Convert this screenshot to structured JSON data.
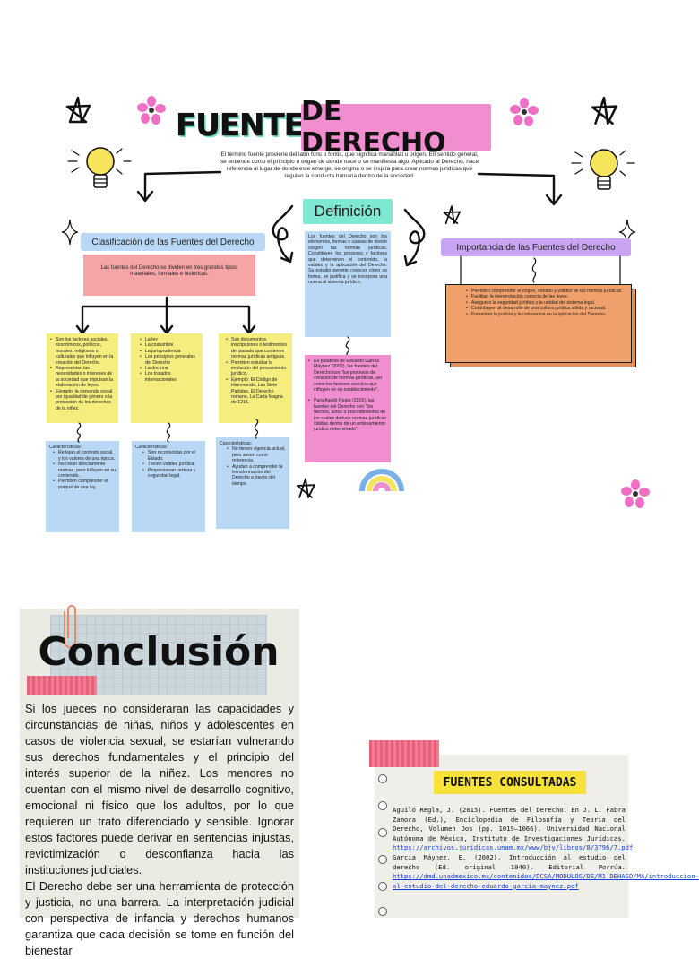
{
  "title": {
    "left": "FUENTES",
    "right": "DE DERECHO"
  },
  "intro": "El término fuente proviene del latín fons o fontis, que significa manantial u origen. En sentido general, se entiende como el principio u origen de donde nace o se manifiesta algo. Aplicado al Derecho, hace referencia al lugar de donde este emerge, se origina o se inspira para crear normas jurídicas que regulen la conducta humana dentro de la sociedad.",
  "definicion": {
    "label": "Definición",
    "blue_text": "Los fuentes del Derecho son los elementos, formas o causas de donde surgen las normas jurídicas. Constituyen los procesos y factores que determinan el contenido, la validez y la aplicación del Derecho. Su estudio permite conocer cómo se forma, se justifica y se incorpora una norma al sistema jurídico.",
    "pink_items": [
      "En palabras de Eduardo García Máynez (2002), las fuentes del Derecho son \"los procesos de creación de normas jurídicas, así como los factores sociales que influyen en su establecimiento\".",
      "Para Aguiló Regla (2015), las fuentes del Derecho son \"los hechos, actos o procedimientos de los cuales derivan normas jurídicas válidas dentro de un ordenamiento jurídico determinado\"."
    ]
  },
  "clasificacion": {
    "label": "Clasificación de las Fuentes del Derecho",
    "summary": "Las fuentes del Derecho se dividen en tres grandes tipos: materiales, formales e históricas.",
    "columns": [
      {
        "items": [
          "Son los factores sociales, económicos, políticos, morales, religiosos o culturales que influyen en la creación del Derecho.",
          "Representan las necesidades o intereses de la sociedad que impulsan la elaboración de leyes.",
          "Ejemplo: la demanda social por igualdad de género o la protección de los derechos de la niñez."
        ],
        "char_label": "Características:",
        "characteristics": [
          "Reflejan el contexto social y los valores de una época.",
          "No crean directamente normas, pero influyen en su contenido.",
          "Permiten comprender el porqué de una ley."
        ]
      },
      {
        "items": [
          "La ley",
          "La costumbre",
          "La jurisprudencia",
          "Los principios generales del Derecho",
          "La doctrina",
          "Los tratados internacionales"
        ],
        "char_label": "Características:",
        "characteristics": [
          "Son reconocidas por el Estado.",
          "Tienen validez jurídica.",
          "Proporcionan certeza y seguridad legal."
        ]
      },
      {
        "items": [
          "Son documentos, inscripciones o testimonios del pasado que contienen normas jurídicas antiguas.",
          "Permiten estudiar la evolución del pensamiento jurídico.",
          "Ejemplo: El Código de Hammurabi, Las Siete Partidas, El Derecho romano, La Carta Magna de 1215."
        ],
        "char_label": "Características:",
        "characteristics": [
          "No tienen vigencia actual, pero sirven como referencia.",
          "Ayudan a comprender la transformación del Derecho a través del tiempo."
        ]
      }
    ]
  },
  "importancia": {
    "label": "Importancia de las Fuentes del Derecho",
    "items": [
      "Permiten comprender el origen, sentido y validez de las normas jurídicas.",
      "Facilitan la interpretación correcta de las leyes.",
      "Aseguran la seguridad jurídica y la unidad del sistema legal.",
      "Contribuyen al desarrollo de una cultura jurídica sólida y racional.",
      "Fomentan la justicia y la coherencia en la aplicación del Derecho."
    ]
  },
  "conclusion": {
    "title": "Conclusión",
    "paragraphs": [
      "Si los jueces no consideraran las capacidades y circunstancias de niñas, niños y adolescentes en casos de violencia sexual, se estarían vulnerando sus derechos fundamentales y el principio del interés superior de la niñez. Los menores no cuentan con el mismo nivel de desarrollo cognitivo, emocional ni físico que los adultos, por lo que requieren un trato diferenciado y sensible. Ignorar estos factores puede derivar en sentencias injustas, revictimización o desconfianza hacia las instituciones judiciales.",
      "El Derecho debe ser una herramienta de protección y justicia, no una barrera. La interpretación judicial con perspectiva de infancia y derechos humanos garantiza que cada decisión se tome en función del bienestar"
    ]
  },
  "fuentes_consultadas": {
    "title": "Fuentes consultadas",
    "refs": [
      {
        "text": "Aguiló Regla, J. (2015). Fuentes del Derecho. En J. L. Fabra Zamora (Ed.), Enciclopedia de Filosofía y Teoría del Derecho, Volumen Dos (pp. 1019–1066). Universidad Nacional Autónoma de México, Instituto de Investigaciones Jurídicas.",
        "link": "https://archivos.juridicas.unam.mx/www/bjv/libros/8/3796/7.pdf"
      },
      {
        "text": "García Máynez, E. (2002). Introducción al estudio del derecho (Ed. original 1940). Editorial Porrúa.",
        "link": "https://dmd.unadmexico.mx/contenidos/DCSA/MODULOS/DE/M1_DEHASD/MA/introduccion-al-estudio-del-derecho-eduardo-garcia-maynez.pdf"
      }
    ]
  }
}
